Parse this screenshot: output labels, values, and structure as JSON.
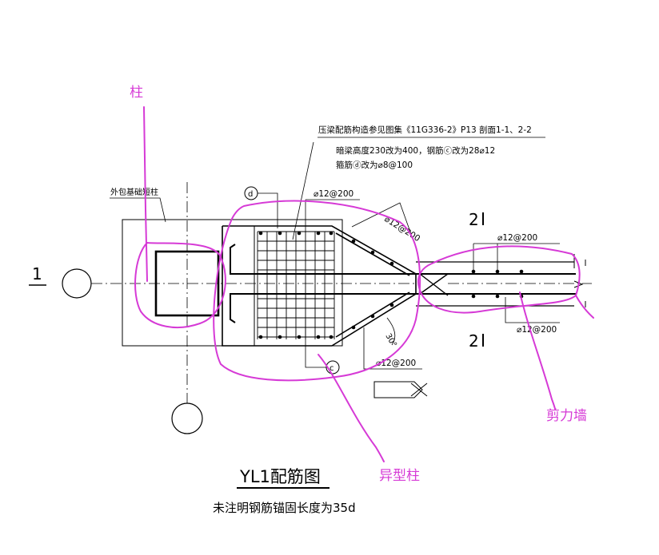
{
  "drawing": {
    "note_line1": "压梁配筋构造参见图集《11G336-2》P13 剖面1-1、2-2",
    "note_line2": "暗梁高度230改为400，钢筋ⓒ改为28⌀12",
    "note_line3": "箍筋ⓓ改为⌀8@100",
    "label_outer_column": "外包基础短柱",
    "marker_d": "d",
    "marker_c": "c",
    "rebar_top": "⌀12@200",
    "rebar_diag_top": "⌀12@200",
    "rebar_wall_top": "⌀12@200",
    "rebar_wall_bottom": "⌀12@200",
    "rebar_bottom": "⌀12@200",
    "section_2_top": "2",
    "section_2_bottom": "2",
    "axis_1": "1",
    "angle": "30°",
    "title": "YL1配筋图",
    "subtitle": "未注明钢筋锚固长度为35d"
  },
  "annotations": {
    "column": "柱",
    "special_column": "异型柱",
    "shear_wall": "剪力墙",
    "color": "#d63ad6"
  }
}
